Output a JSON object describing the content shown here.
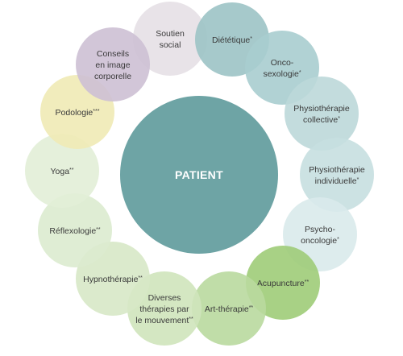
{
  "center": {
    "label": "PATIENT",
    "color": "#6ea4a5"
  },
  "care_options": [
    {
      "lines": [
        "Soutien",
        "social"
      ],
      "marker": "",
      "color": "#e6e0e6"
    },
    {
      "lines": [
        "Diététique"
      ],
      "marker": "*",
      "color": "#9cc3c5"
    },
    {
      "lines": [
        "Onco-",
        "sexologie"
      ],
      "marker": "*",
      "color": "#a9cdcf"
    },
    {
      "lines": [
        "Physiothérapie",
        "collective"
      ],
      "marker": "*",
      "color": "#bcd8d9"
    },
    {
      "lines": [
        "Physiothérapie",
        "individuelle"
      ],
      "marker": "*",
      "color": "#c6dfe0"
    },
    {
      "lines": [
        "Psycho-",
        "oncologie"
      ],
      "marker": "*",
      "color": "#d9eaeb"
    },
    {
      "lines": [
        "Acupuncture"
      ],
      "marker": "**",
      "color": "#9fcc78"
    },
    {
      "lines": [
        "Art-thérapie"
      ],
      "marker": "**",
      "color": "#b9d99e"
    },
    {
      "lines": [
        "Diverses",
        "thérapies par",
        "le mouvement"
      ],
      "marker": "**",
      "color": "#cfe4bb"
    },
    {
      "lines": [
        "Hypnothérapie"
      ],
      "marker": "**",
      "color": "#d7e8c7"
    },
    {
      "lines": [
        "Réflexologie"
      ],
      "marker": "**",
      "color": "#dcebcf"
    },
    {
      "lines": [
        "Yoga"
      ],
      "marker": "**",
      "color": "#e2eed7"
    },
    {
      "lines": [
        "Podologie"
      ],
      "marker": "***",
      "color": "#f0eab5"
    },
    {
      "lines": [
        "Conseils",
        "en image",
        "corporelle"
      ],
      "marker": "",
      "color": "#cdc0d4"
    }
  ]
}
